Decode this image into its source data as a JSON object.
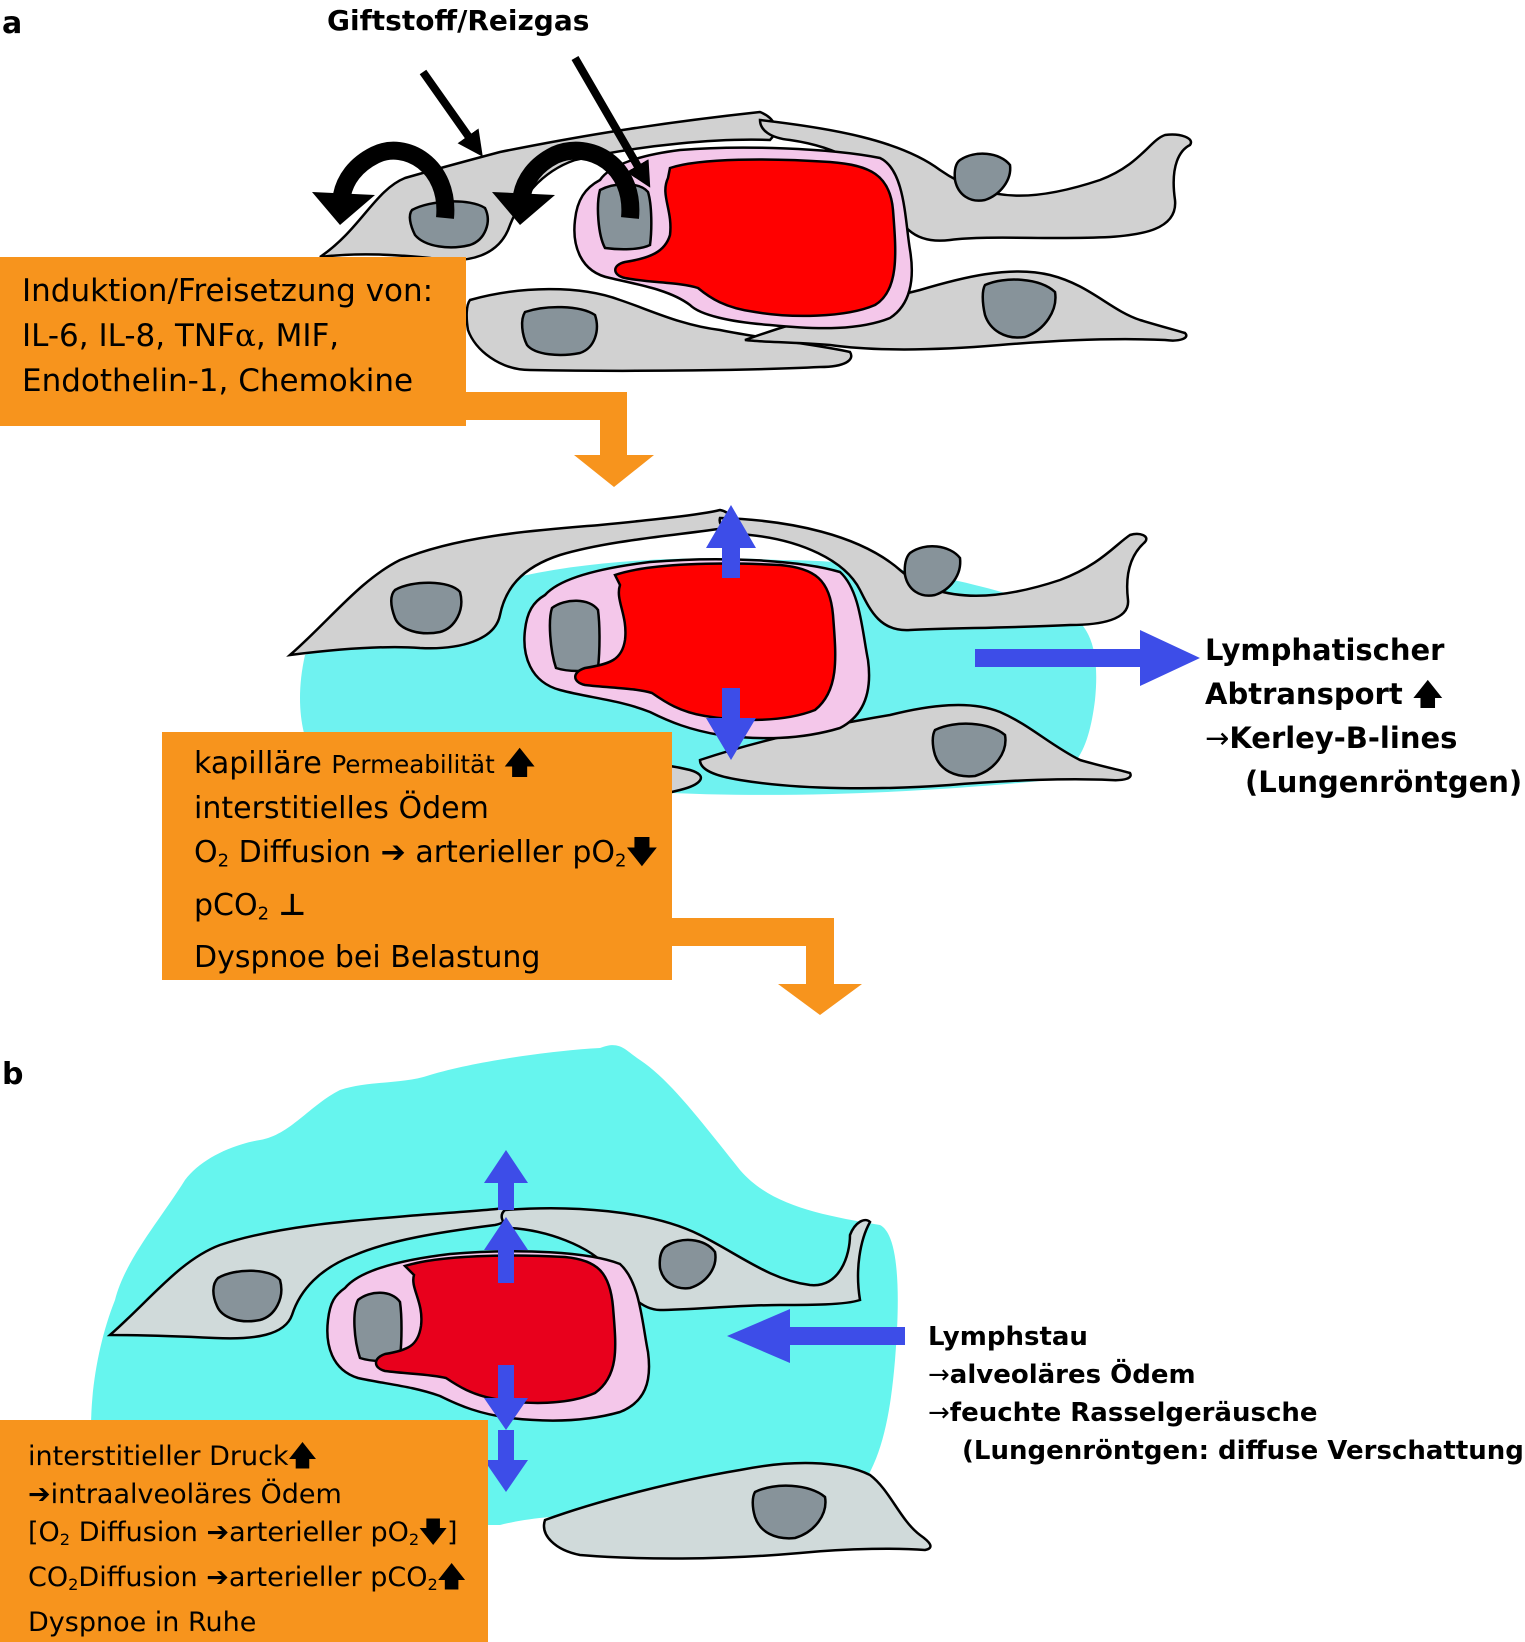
{
  "panel_a": {
    "label": "a",
    "toxin_label": "Giftstoff/Reizgas",
    "box1": {
      "line1": "Induktion/Freisetzung von:",
      "line2_pre": "IL-6, IL-8, TNF",
      "line2_alpha": "α",
      "line2_post": ", MIF,",
      "line3": "Endothelin-1, Chemokine"
    },
    "box2": {
      "line1_a": "kapilläre",
      "line1_b": "Permeabilität",
      "line2": "interstitielles Ödem",
      "line3_a": "O",
      "line3_sub": "2",
      "line3_b": " Diffusion",
      "line3_c": "arterieller pO",
      "line3_sub2": "2",
      "line4_a": "pCO",
      "line4_sub": "2",
      "line5": "Dyspnoe bei Belastung"
    },
    "lymph": {
      "line1": "Lymphatischer",
      "line2": "Abtransport",
      "line3_arrow": "→",
      "line3": "Kerley-B-lines",
      "line4": "(Lungenröntgen)"
    }
  },
  "panel_b": {
    "label": "b",
    "box3": {
      "line1": "interstitieller Druck",
      "line2": "intraalveoläres Ödem",
      "line3_a": "[O",
      "line3_sub": "2",
      "line3_b": " Diffusion",
      "line3_c": "arterieller pO",
      "line3_sub2": "2",
      "line3_end": "]",
      "line4_a": "CO",
      "line4_sub": "2",
      "line4_b": "Diffusion",
      "line4_c": "arterieller pCO",
      "line4_sub2": "2",
      "line5": "Dyspnoe in Ruhe"
    },
    "lymph": {
      "line1": "Lymphstau",
      "arrow": "→",
      "line2": "alveoläres Ödem",
      "line3": "feuchte Rasselgeräusche",
      "line4": "(Lungenröntgen: diffuse Verschattung)"
    }
  },
  "colors": {
    "cell": "#d1d1d1",
    "cell_b": "#d0dada",
    "nucleus": "#87939a",
    "erythro": "#ff0000",
    "endothel": "#f4c7ea",
    "edema": "#6ff2f0",
    "edema_b": "#66f5ee",
    "box": "#f7941d",
    "blue_arrow": "#3d4de8"
  }
}
